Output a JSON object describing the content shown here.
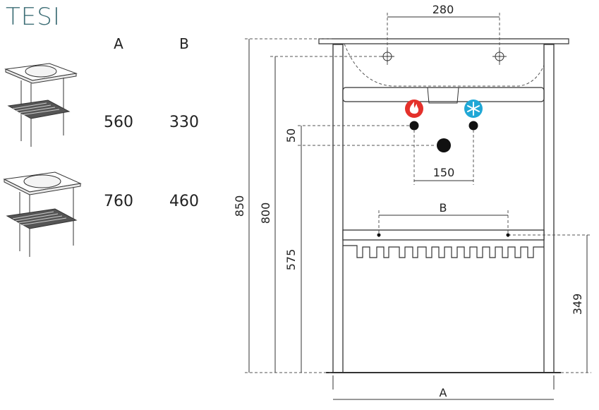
{
  "title": "TESI",
  "table": {
    "headers": [
      "A",
      "B"
    ],
    "rows": [
      {
        "A": "560",
        "B": "330"
      },
      {
        "A": "760",
        "B": "460"
      }
    ]
  },
  "drawing": {
    "dims": {
      "taps_spacing": "280",
      "hot_cold_spacing": "150",
      "inlet_offset": "50",
      "overall_height": "850",
      "basin_height": "800",
      "inlet_height": "575",
      "shelf_height": "349",
      "shelf_width": "B",
      "frame_width": "A"
    },
    "icons": {
      "hot": "flame-icon",
      "cold": "snowflake-icon"
    },
    "colors": {
      "hot": "#e4312b",
      "cold": "#21a8d6",
      "title": "#3f6f77"
    }
  }
}
